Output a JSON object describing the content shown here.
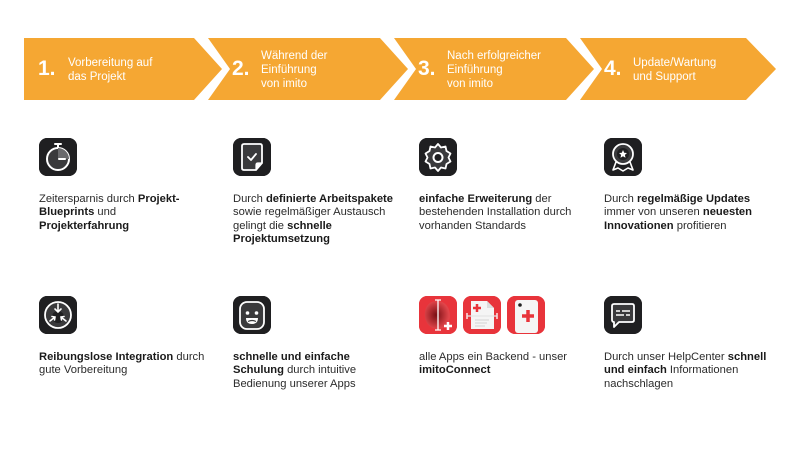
{
  "colors": {
    "step_fill": "#f5a733",
    "icon_bg": "#1f1f21",
    "app_red": "#e8343b"
  },
  "steps": [
    {
      "number": "1.",
      "lines": [
        "Vorbereitung auf",
        "das Projekt"
      ]
    },
    {
      "number": "2.",
      "lines": [
        "Während der",
        "Einführung",
        "von imito"
      ]
    },
    {
      "number": "3.",
      "lines": [
        "Nach erfolgreicher",
        "Einführung",
        "von imito"
      ]
    },
    {
      "number": "4.",
      "lines": [
        "Update/Wartung",
        "und Support"
      ]
    }
  ],
  "cards": [
    {
      "icon": "stopwatch-icon",
      "segments": [
        {
          "t": "Zeitersparnis durch ",
          "b": false
        },
        {
          "t": "Projekt-Blueprints",
          "b": true
        },
        {
          "t": " und ",
          "b": false
        },
        {
          "t": "Projekterfahrung",
          "b": true
        }
      ]
    },
    {
      "icon": "checked-document-icon",
      "segments": [
        {
          "t": "Durch ",
          "b": false
        },
        {
          "t": "definierte Arbeitspakete",
          "b": true
        },
        {
          "t": " sowie regelmäßiger Austausch gelingt die ",
          "b": false
        },
        {
          "t": "schnelle Projektumsetzung",
          "b": true
        }
      ]
    },
    {
      "icon": "gear-icon",
      "segments": [
        {
          "t": "einfache Erweiterung",
          "b": true
        },
        {
          "t": " der bestehenden Installation durch vorhanden Standards",
          "b": false
        }
      ]
    },
    {
      "icon": "award-badge-icon",
      "segments": [
        {
          "t": "Durch ",
          "b": false
        },
        {
          "t": "regelmäßige Updates",
          "b": true
        },
        {
          "t": " immer von unseren ",
          "b": false
        },
        {
          "t": "neuesten Innovationen",
          "b": true
        },
        {
          "t": " profitieren",
          "b": false
        }
      ]
    },
    {
      "icon": "merge-arrows-icon",
      "segments": [
        {
          "t": "Reibungslose Integration",
          "b": true
        },
        {
          "t": " durch gute Vorbereitung",
          "b": false
        }
      ]
    },
    {
      "icon": "smiley-face-icon",
      "segments": [
        {
          "t": "schnelle und einfache Schulung",
          "b": true
        },
        {
          "t": " durch intuitive Bedienung unserer Apps",
          "b": false
        }
      ]
    },
    {
      "icon": "imito-apps-icons",
      "segments": [
        {
          "t": "alle Apps ein Backend - unser ",
          "b": false
        },
        {
          "t": "imitoConnect",
          "b": true
        }
      ]
    },
    {
      "icon": "chat-bubble-icon",
      "segments": [
        {
          "t": "Durch unser HelpCenter ",
          "b": false
        },
        {
          "t": "schnell und einfach",
          "b": true
        },
        {
          "t": " Informationen nachschlagen",
          "b": false
        }
      ]
    }
  ],
  "apps": [
    "wound-measure-app-icon",
    "document-measure-app-icon",
    "photo-doc-app-icon"
  ]
}
